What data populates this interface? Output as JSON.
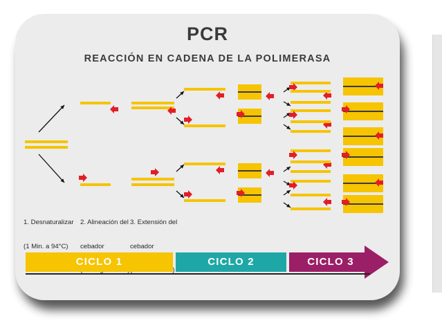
{
  "title": "PCR",
  "subtitle": "REACCIÓN EN CADENA DE LA POLIMERASA",
  "steps": [
    {
      "line1": "1. Desnaturalizar",
      "line2": "(1 Min. a 94°C)",
      "line3": ""
    },
    {
      "line1": "2. Alineación del",
      "line2": "cebador",
      "line3": "(45 Seg. a 54°C)"
    },
    {
      "line1": "3. Extensión del",
      "line2": "cebador",
      "line3": "(2 Min. a 72°C)"
    }
  ],
  "cycles": [
    {
      "label": "CICLO 1",
      "color": "#f6c400"
    },
    {
      "label": "CICLO 2",
      "color": "#1fa7a7"
    },
    {
      "label": "CICLO 3",
      "color": "#9b1f66"
    }
  ],
  "colors": {
    "dna": "#f6c400",
    "primer": "#e21e26",
    "card": "#ececec",
    "text": "#3a3a3a"
  }
}
